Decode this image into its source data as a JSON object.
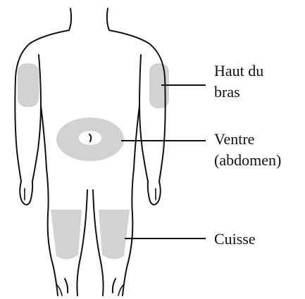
{
  "colors": {
    "zone_fill": "#d2d2d2",
    "outline": "#111111",
    "background": "#ffffff"
  },
  "labels": {
    "upper_arm": [
      "Haut du",
      "bras"
    ],
    "abdomen": [
      "Ventre",
      "(abdomen)"
    ],
    "thigh": [
      "Cuisse"
    ]
  }
}
